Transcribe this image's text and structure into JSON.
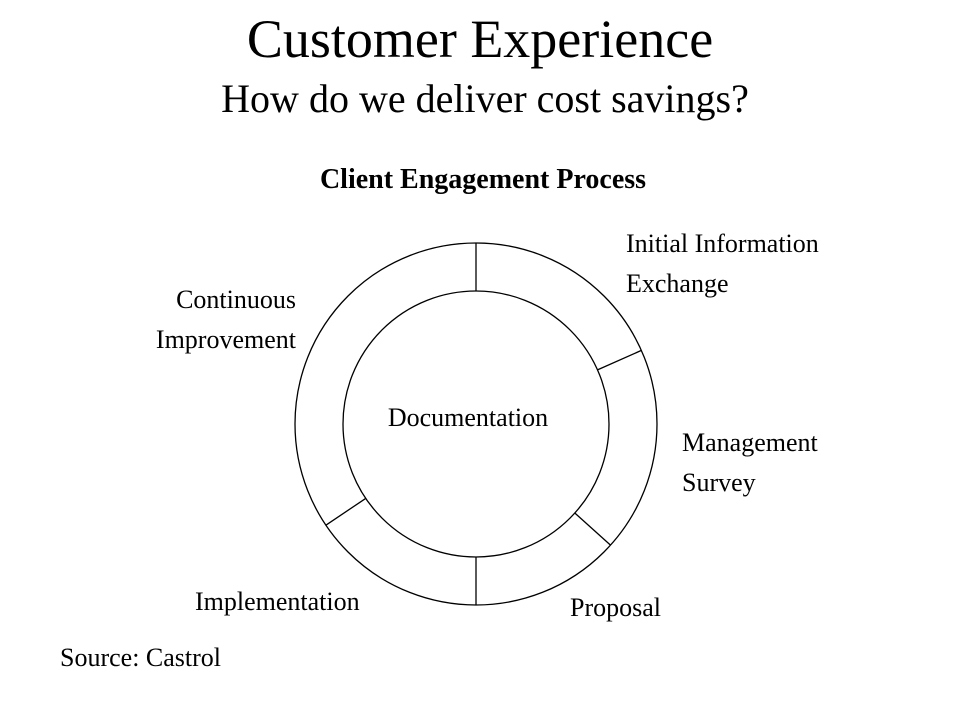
{
  "slide": {
    "title": "Customer Experience",
    "subtitle": "How do we deliver cost savings?"
  },
  "diagram": {
    "title": "Client Engagement Process",
    "center_label": "Documentation",
    "stages": [
      {
        "line1": "Initial Information",
        "line2": "Exchange"
      },
      {
        "line1": "Management",
        "line2": "Survey"
      },
      {
        "line1": "Proposal",
        "line2": ""
      },
      {
        "line1": "Implementation",
        "line2": ""
      },
      {
        "line1": "Continuous",
        "line2": "Improvement"
      }
    ]
  },
  "source": {
    "text": "Source:  Castrol"
  },
  "colors": {
    "text": "#000000",
    "lines": "#000000",
    "background": "#ffffff"
  }
}
